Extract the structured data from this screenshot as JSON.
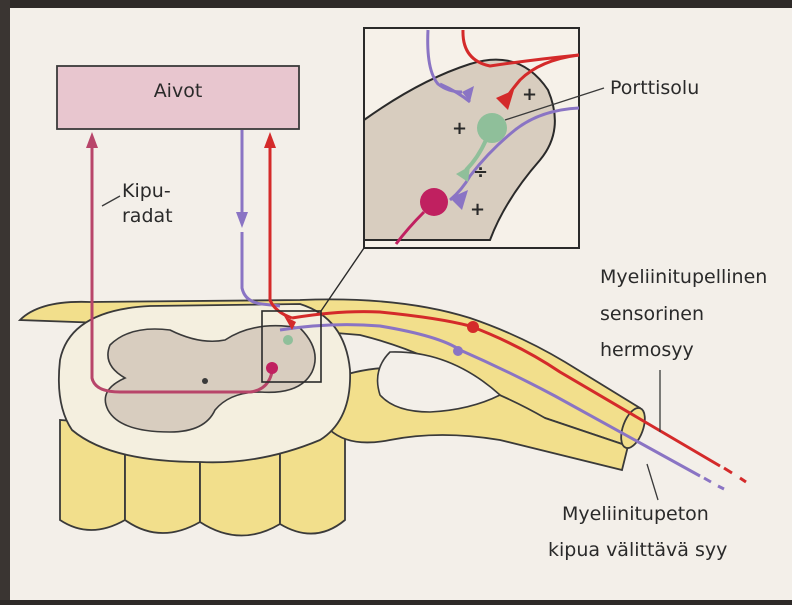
{
  "labels": {
    "brain": "Aivot",
    "pain_pathways_line1": "Kipu-",
    "pain_pathways_line2": "radat",
    "gate_cell": "Porttisolu",
    "myelinated_line1": "Myeliinitupellinen",
    "myelinated_line2": "sensorinen",
    "myelinated_line3": "hermosyy",
    "unmyelinated_line1": "Myeliinitupeton",
    "unmyelinated_line2": "kipua välittävä syy"
  },
  "signs": {
    "plus_top": "+",
    "plus_left": "+",
    "divide": "÷",
    "plus_bottom": "+"
  },
  "colors": {
    "page": "#f3efe9",
    "brain_box": "#e8c6cf",
    "nerve_yellow": "#f2df8c",
    "grey_matter": "#d8cdbf",
    "white_matter": "#f4efdf",
    "red_fiber": "#d42a2a",
    "purple_fiber": "#8a74c4",
    "pink_pathway": "#b8456a",
    "gate_cell": "#8fbf9a",
    "magenta_neuron": "#c02060"
  }
}
